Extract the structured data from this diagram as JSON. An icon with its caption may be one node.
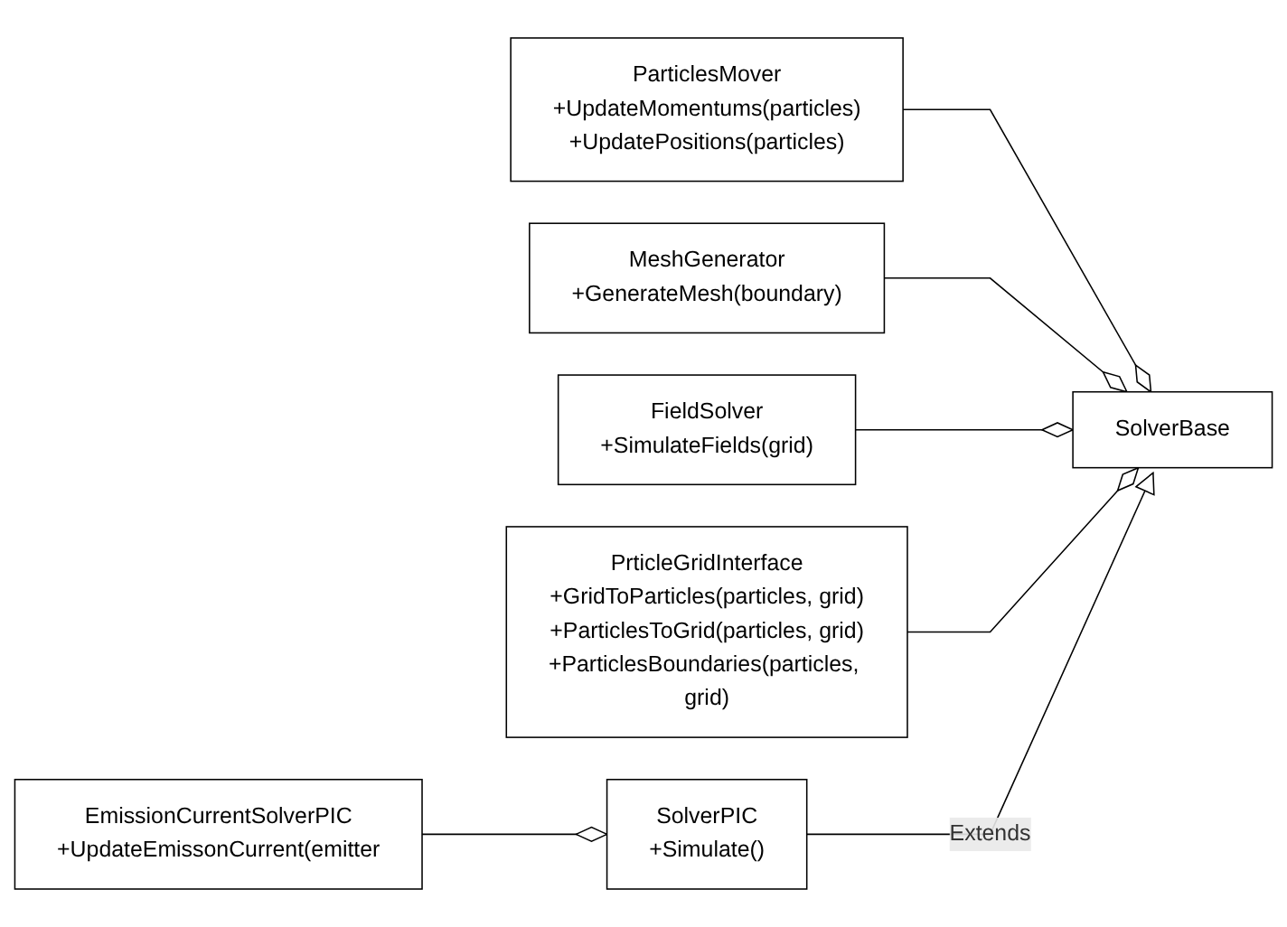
{
  "diagram": {
    "nodes": [
      {
        "text": [
          "ParticlesMover",
          "+UpdateMomentums(particles)",
          "+UpdatePositions(particles)"
        ]
      },
      {
        "text": [
          "MeshGenerator",
          "+GenerateMesh(boundary)"
        ]
      },
      {
        "text": [
          "FieldSolver",
          "+SimulateFields(grid)"
        ]
      },
      {
        "text": [
          "PrticleGridInterface",
          "+GridToParticles(particles, grid)",
          "+ParticlesToGrid(particles, grid)",
          "+ParticlesBoundaries(particles, grid)"
        ]
      },
      {
        "text": [
          "SolverBase"
        ]
      },
      {
        "text": [
          "SolverPIC",
          "+Simulate()"
        ]
      },
      {
        "text": [
          "EmissionCurrentSolverPIC",
          "+UpdateEmissonCurrent(emitter"
        ]
      }
    ],
    "edges": [
      {
        "from": 0,
        "to": 4,
        "arrow": "other"
      },
      {
        "from": 1,
        "to": 4,
        "arrow": "other"
      },
      {
        "from": 2,
        "to": 4,
        "arrow": "other"
      },
      {
        "from": 3,
        "to": 4,
        "arrow": "other"
      },
      {
        "from": 5,
        "to": 4,
        "arrow": "to",
        "label": "Extends"
      },
      {
        "from": 6,
        "to": 5,
        "arrow": "other"
      }
    ]
  }
}
